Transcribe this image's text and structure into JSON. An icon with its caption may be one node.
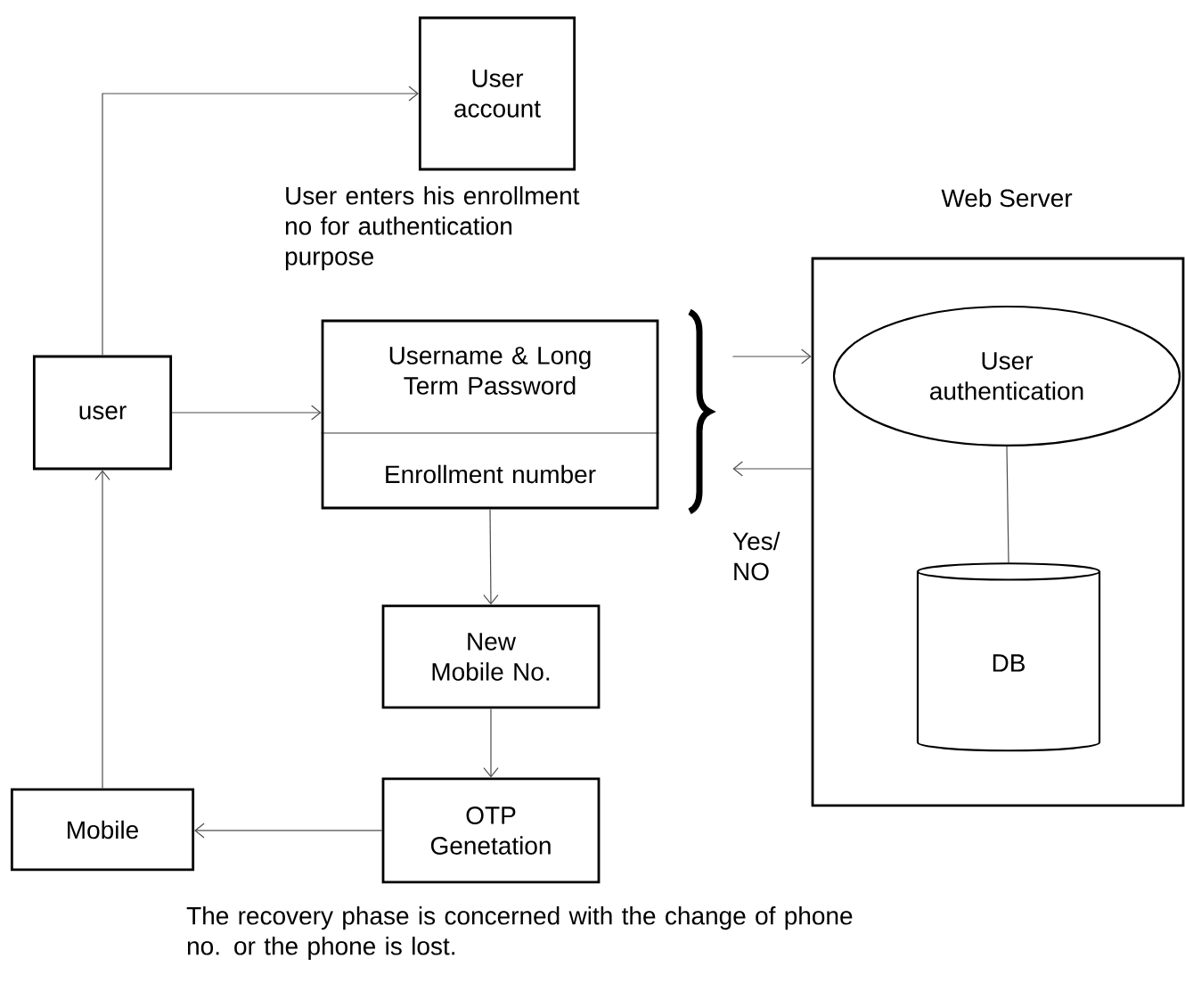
{
  "diagram": {
    "caption": "The recovery phase is concerned with the change of phone no. or the phone is lost.",
    "nodes": [
      {
        "text": [
          "User account"
        ]
      },
      {
        "text": [
          "user"
        ]
      },
      {
        "text": [
          "Username & Long Term Password",
          "Enrollment number"
        ]
      },
      {
        "text": [],
        "shape": "brace"
      },
      {
        "text": [
          "Web Server"
        ]
      },
      {
        "text": [
          "User authentication"
        ],
        "in": 4
      },
      {
        "text": [
          "DB"
        ],
        "in": 4
      },
      {
        "text": [
          "New Mobile No."
        ]
      },
      {
        "text": [
          "OTP Genetation"
        ]
      },
      {
        "text": [
          "Mobile"
        ]
      }
    ],
    "edges": [
      {
        "from": 1,
        "to": 0,
        "arrow": "to"
      },
      {
        "from": 1,
        "to": 2,
        "arrow": "to"
      },
      {
        "from": 3,
        "to": 4,
        "arrow": "to"
      },
      {
        "from": 4,
        "to": 3,
        "arrow": "to",
        "label": "Yes/ NO"
      },
      {
        "from": 5,
        "to": 6,
        "arrow": "none"
      },
      {
        "from": 2,
        "to": 7,
        "arrow": "to"
      },
      {
        "from": 7,
        "to": 8,
        "arrow": "to"
      },
      {
        "from": 8,
        "to": 9,
        "arrow": "to"
      },
      {
        "from": 9,
        "to": 1,
        "arrow": "to"
      }
    ],
    "labels": [
      "User enters his enrollment no for authentication purpose"
    ]
  }
}
